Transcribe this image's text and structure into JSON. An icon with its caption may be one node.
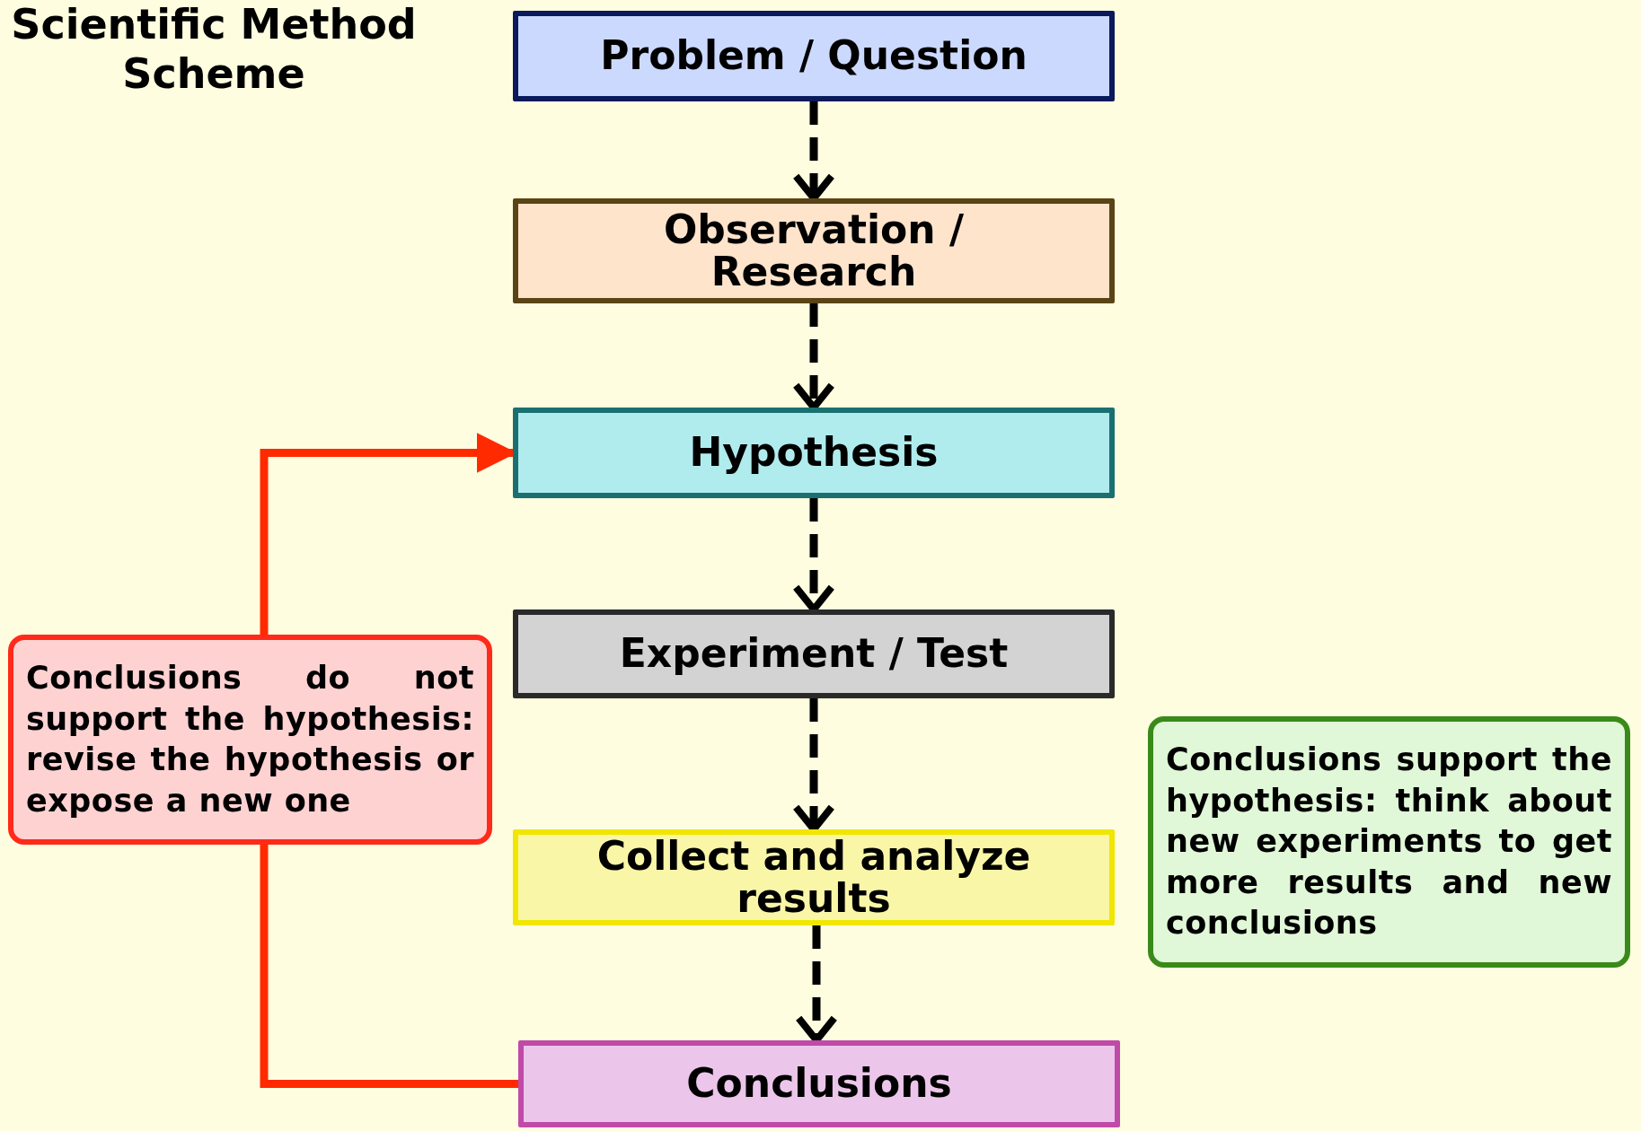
{
  "diagram": {
    "title": "Scientific Method Scheme",
    "nodes": [
      {
        "text": [
          "Problem / Question"
        ]
      },
      {
        "text": [
          "Observation / Research"
        ]
      },
      {
        "text": [
          "Hypothesis"
        ]
      },
      {
        "text": [
          "Experiment / Test"
        ]
      },
      {
        "text": [
          "Collect and analyze results"
        ]
      },
      {
        "text": [
          "Conclusions"
        ]
      },
      {
        "text": [
          "Conclusions do not support the hypothesis: revise the hypothesis or expose a new one"
        ]
      },
      {
        "text": [
          "Conclusions support the hypothesis: think about new experiments to get more results and new conclusions"
        ]
      }
    ],
    "edges": [
      {
        "from": 0,
        "to": 1,
        "arrow": "to",
        "style": "dashed"
      },
      {
        "from": 1,
        "to": 2,
        "arrow": "to",
        "style": "dashed"
      },
      {
        "from": 2,
        "to": 3,
        "arrow": "to",
        "style": "dashed"
      },
      {
        "from": 3,
        "to": 4,
        "arrow": "to",
        "style": "dashed"
      },
      {
        "from": 4,
        "to": 5,
        "arrow": "to",
        "style": "dashed"
      },
      {
        "from": 5,
        "to": 6,
        "arrow": "none",
        "color": "#ff2a00"
      },
      {
        "from": 6,
        "to": 2,
        "arrow": "to",
        "color": "#ff2a00"
      }
    ]
  }
}
